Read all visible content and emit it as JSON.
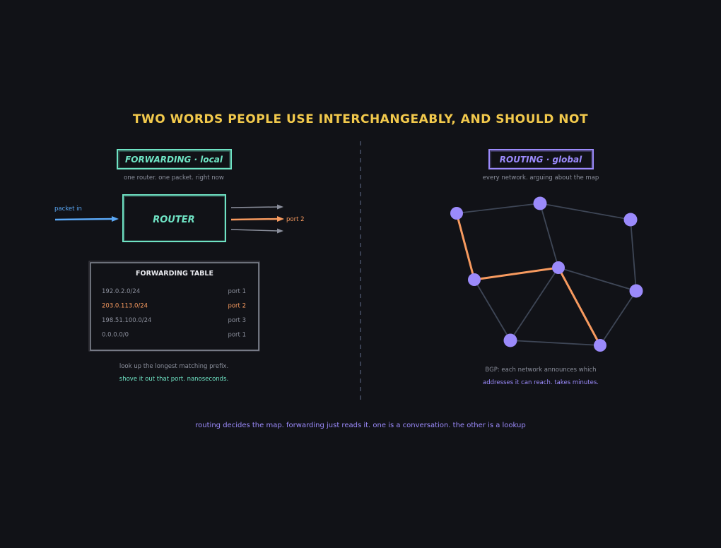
{
  "title": "TWO WORDS PEOPLE USE INTERCHANGEABLY, AND SHOULD NOT",
  "colors": {
    "background": "#111217",
    "title": "#f2c94c",
    "forwarding": "#6fe3c4",
    "routing": "#9b8afb",
    "accent": "#f79a5f",
    "packet": "#5aa7f5",
    "muted": "#8b8f9c",
    "text": "#c9ccd6",
    "edge": "#3e4656",
    "divider": "#3a4052"
  },
  "forwarding": {
    "heading": "FORWARDING · local",
    "subtitle": "one router. one packet. right now",
    "router_label": "ROUTER",
    "packet_label": "packet in",
    "out_label": "port 2",
    "table": {
      "title": "FORWARDING TABLE",
      "rows": [
        {
          "prefix": "192.0.2.0/24",
          "port": "port 1",
          "match": false
        },
        {
          "prefix": "203.0.113.0/24",
          "port": "port 2",
          "match": true
        },
        {
          "prefix": "198.51.100.0/24",
          "port": "port 3",
          "match": false
        },
        {
          "prefix": "0.0.0.0/0",
          "port": "port 1",
          "match": false
        }
      ]
    },
    "caption_1": "look up the longest matching prefix.",
    "caption_2": "shove it out that port. nanoseconds."
  },
  "routing": {
    "heading": "ROUTING · global",
    "subtitle": "every network. arguing about the map",
    "caption_1": "BGP: each network announces which",
    "caption_2": "addresses it can reach. takes minutes."
  },
  "footer": "routing decides the map. forwarding just reads it. one is a conversation. the other is a lookup"
}
